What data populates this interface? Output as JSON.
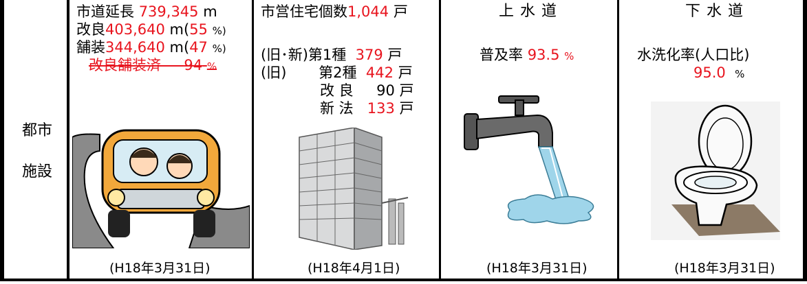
{
  "row_label": {
    "line1": "都市",
    "line2": "施設"
  },
  "roads": {
    "line1_label": "市道延長",
    "line1_value": "739,345",
    "line1_unit": "m",
    "line2_label": "改良",
    "line2_value": "403,640",
    "line2_unit": "m(",
    "line2_pct": "55",
    "line2_pct_unit": "%)",
    "line3_label": "舗装",
    "line3_value": "344,640",
    "line3_unit": "m(",
    "line3_pct": "47",
    "line3_pct_unit": "%)",
    "line4_label": "改良舗装済",
    "line4_value": "94",
    "line4_unit": "%",
    "date": "(H18年3月31日)"
  },
  "housing": {
    "title_label": "市営住宅個数",
    "title_value": "1,044",
    "title_unit": "戸",
    "r1_label": "(旧･新)第1種",
    "r1_value": "379",
    "r1_unit": "戸",
    "r2_prefix": "(旧)",
    "r2_label": "第2種",
    "r2_value": "442",
    "r2_unit": "戸",
    "r3_label": "改 良",
    "r3_value": "90",
    "r3_unit": "戸",
    "r4_label": "新 法",
    "r4_value": "133",
    "r4_unit": "戸",
    "date": "(H18年4月1日)"
  },
  "water": {
    "title": "上 水 道",
    "rate_label": "普及率",
    "rate_value": "93.5",
    "rate_unit": "%",
    "date": "(H18年3月31日)"
  },
  "sewer": {
    "title": "下 水 道",
    "rate_label": "水洗化率(人口比)",
    "rate_value": "95.0",
    "rate_unit": "%",
    "date": "(H18年3月31日)"
  },
  "colors": {
    "highlight": "#e8141e",
    "border": "#000000"
  },
  "icons": [
    "car-road-illustration",
    "apartment-building-illustration",
    "water-faucet-illustration",
    "toilet-illustration"
  ]
}
